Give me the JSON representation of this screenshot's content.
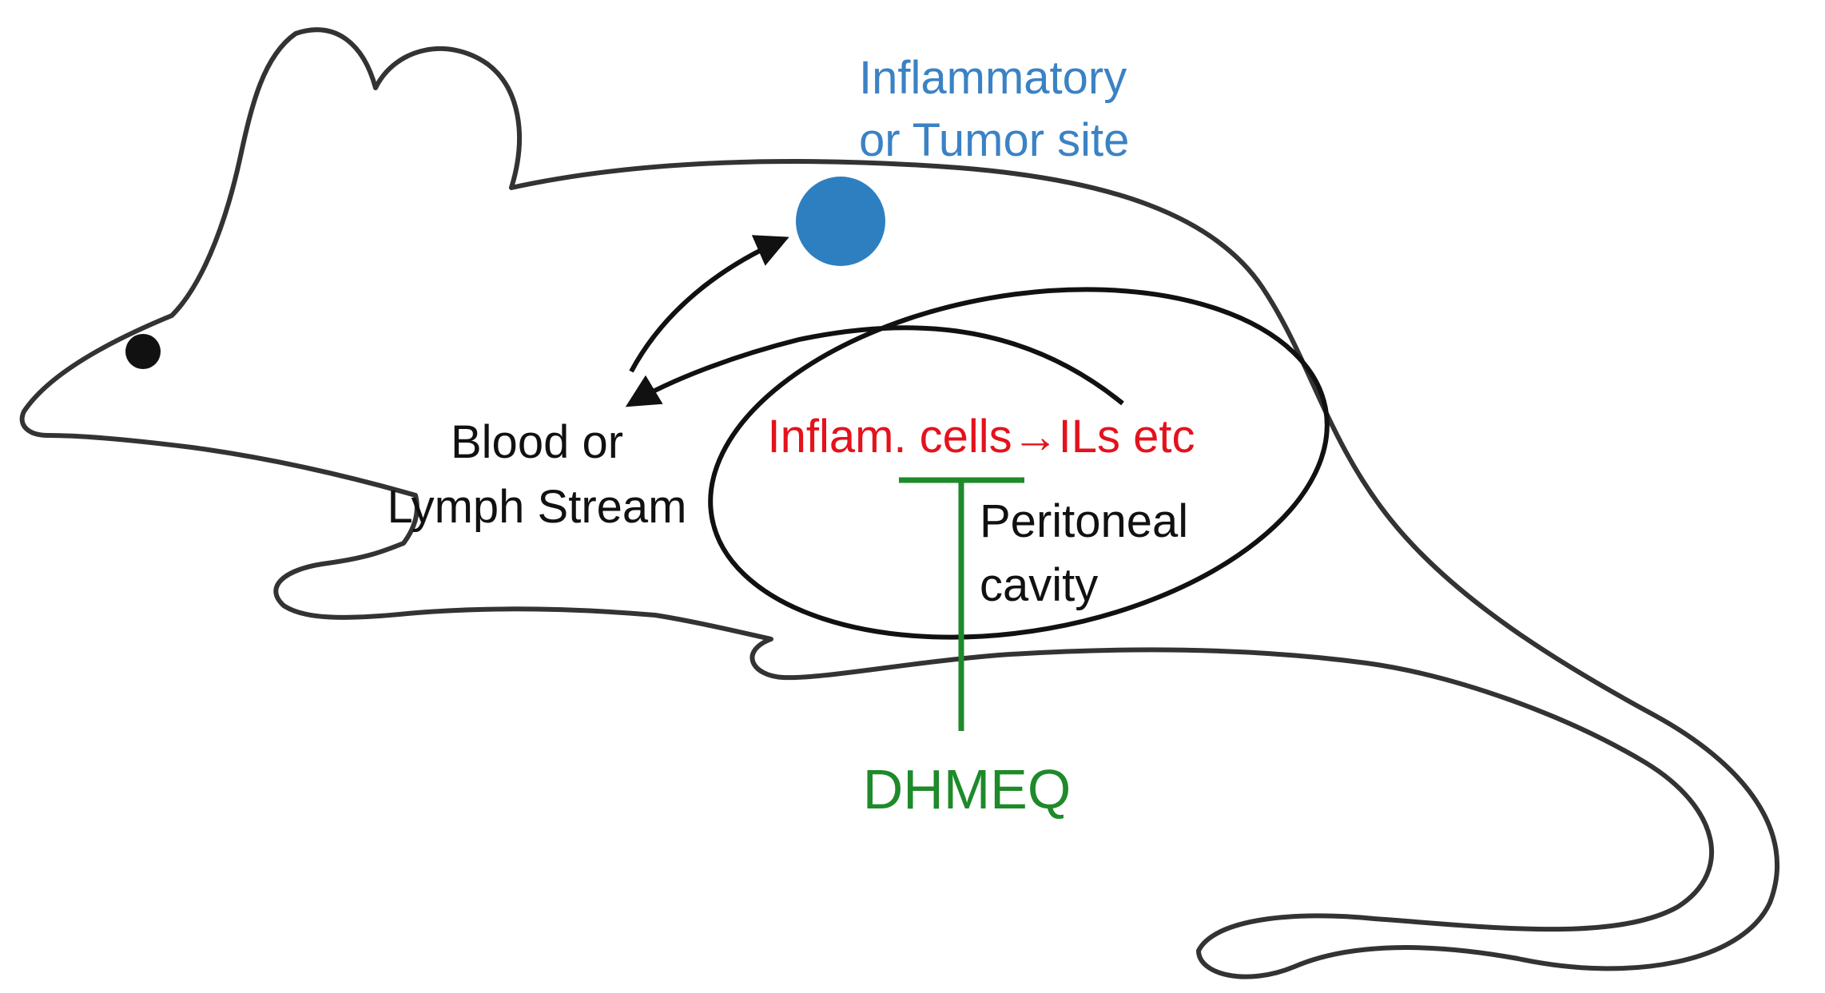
{
  "labels": {
    "site_line1": "Inflammatory",
    "site_line2": "or Tumor site",
    "stream_line1": "Blood or",
    "stream_line2": "Lymph Stream",
    "inflam_cells": "Inflam. cells",
    "ils": "ILs etc",
    "cavity_line1": "Peritoneal",
    "cavity_line2": "cavity",
    "drug": "DHMEQ"
  },
  "colors": {
    "outline": "#333333",
    "site": "#2E7FC0",
    "site_text": "#3B82C4",
    "red_text": "#E4121C",
    "green": "#1E8A2A",
    "black": "#111111"
  }
}
